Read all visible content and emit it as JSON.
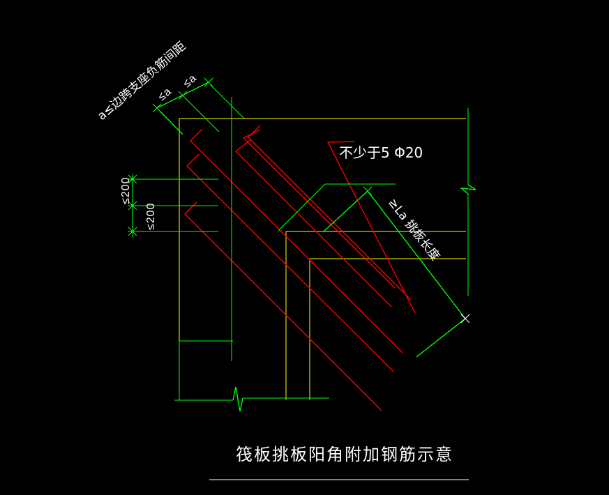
{
  "drawing": {
    "title": "筏板挑板阳角附加钢筋示意",
    "background_color": "#000000",
    "colors": {
      "structure_yellow": "#ffff00",
      "dimension_green": "#00ff00",
      "rebar_red": "#ff0000",
      "text_white": "#ffffff"
    },
    "annotations": {
      "spacing_note": "a≤边跨支座负筋间距",
      "dim_a_upper": "≤a",
      "dim_a_lower": "≤a",
      "dim_200_upper": "≤200",
      "dim_200_lower": "≤200",
      "rebar_callout": "不少于5 Φ20",
      "cantilever_length": "≥La 挑板长度"
    },
    "legend_values": {
      "bar_count": "5",
      "bar_diameter": "Φ20",
      "max_spacing_mm": "200",
      "anchorage": "La"
    }
  }
}
